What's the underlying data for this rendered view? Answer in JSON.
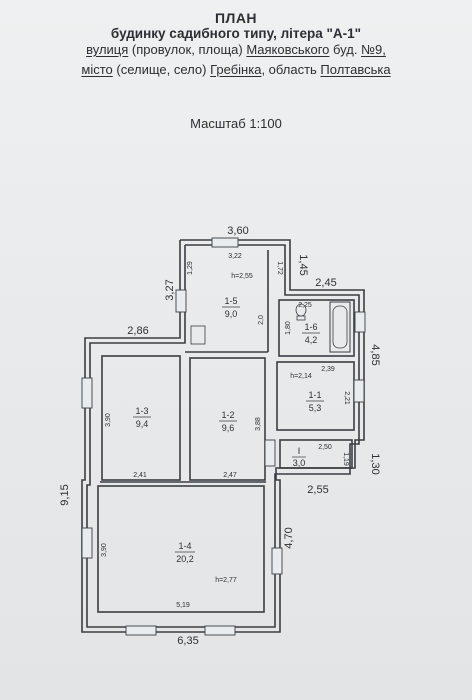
{
  "header": {
    "title": "ПЛАН",
    "line1": "будинку садибного типу, літера \"А-1\"",
    "street_label": "вулиця",
    "street_rest": " (провулок, площа) ",
    "street_name": "Маяковського",
    "building_label": " буд. ",
    "building_no": "№9,",
    "city_label": "місто",
    "city_rest": " (селище, село) ",
    "city_name": "Гребінка",
    "region_label": ", область ",
    "region_name": "Полтавська",
    "scale": "Масштаб 1:100"
  },
  "rooms": [
    {
      "id": "1-5",
      "area": "9,0",
      "height": "h=2,55"
    },
    {
      "id": "1-6",
      "area": "4,2"
    },
    {
      "id": "1-1",
      "area": "5,3",
      "height": "h=2,14"
    },
    {
      "id": "1-3",
      "area": "9,4"
    },
    {
      "id": "1-2",
      "area": "9,6"
    },
    {
      "id": "I",
      "area": "3,0"
    },
    {
      "id": "1-4",
      "area": "20,2",
      "height": "h=2,77"
    }
  ],
  "outer_dimensions": {
    "top_width": "3,60",
    "left_upper": "3,27",
    "right_upper": "1,45",
    "right_step": "2,45",
    "mid_left": "2,86",
    "right_mid": "4,85",
    "left_total": "9,15",
    "right_lower": "1,30",
    "porch_width": "2,55",
    "right_bottom": "4,70",
    "bottom_width": "6,35"
  },
  "inner_dimensions": {
    "r15_top": "3,22",
    "r15_left": "1,29",
    "r15_right": "1,72",
    "r15_side": "2,0",
    "r16_top": "2,25",
    "r16_left": "1,80",
    "r11_top": "2,39",
    "r11_right": "2,21",
    "porch_top": "2,50",
    "porch_right": "1,19",
    "r13_left": "3,90",
    "r13_bottom": "2,41",
    "r12_right": "3,88",
    "r12_bottom": "2,47",
    "r14_left": "3,90",
    "r14_bottom": "5,19"
  }
}
